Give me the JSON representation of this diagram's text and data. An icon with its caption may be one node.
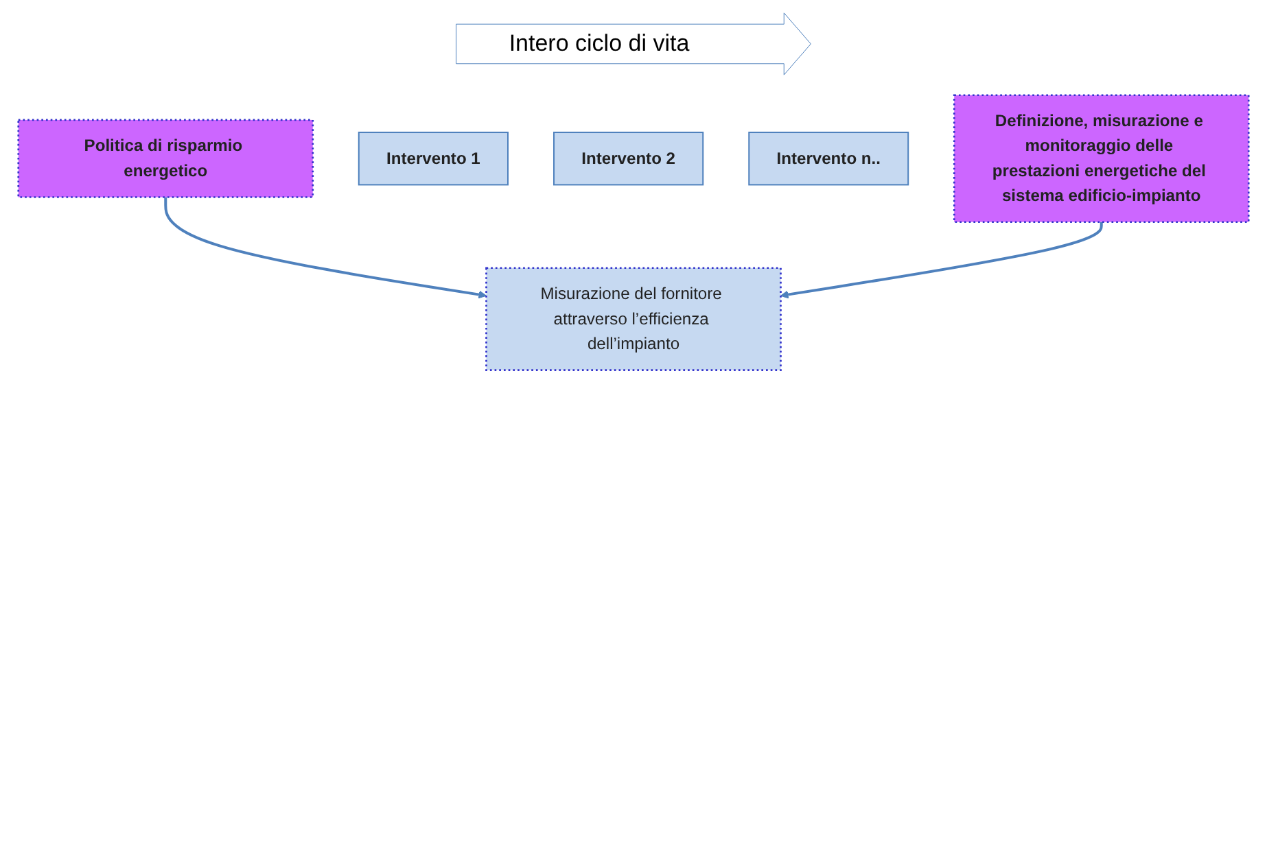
{
  "diagram": {
    "nodes": [
      {
        "text": [
          "Politica di risparmio energetico"
        ]
      },
      {
        "text": [
          "Intervento 1"
        ]
      },
      {
        "text": [
          "Intervento 2"
        ]
      },
      {
        "text": [
          "Intervento n.."
        ]
      },
      {
        "text": [
          "Definizione, misurazione e monitoraggio delle prestazioni energetiche del sistema edificio-impianto"
        ]
      },
      {
        "text": [
          "Misurazione del fornitore attraverso l’efficienza dell’impianto"
        ]
      }
    ],
    "edges": [
      {
        "from": 0,
        "to": 5,
        "arrow": "to"
      },
      {
        "from": 4,
        "to": 5,
        "arrow": "to"
      }
    ],
    "labels": [
      "Intero ciclo di vita"
    ]
  }
}
